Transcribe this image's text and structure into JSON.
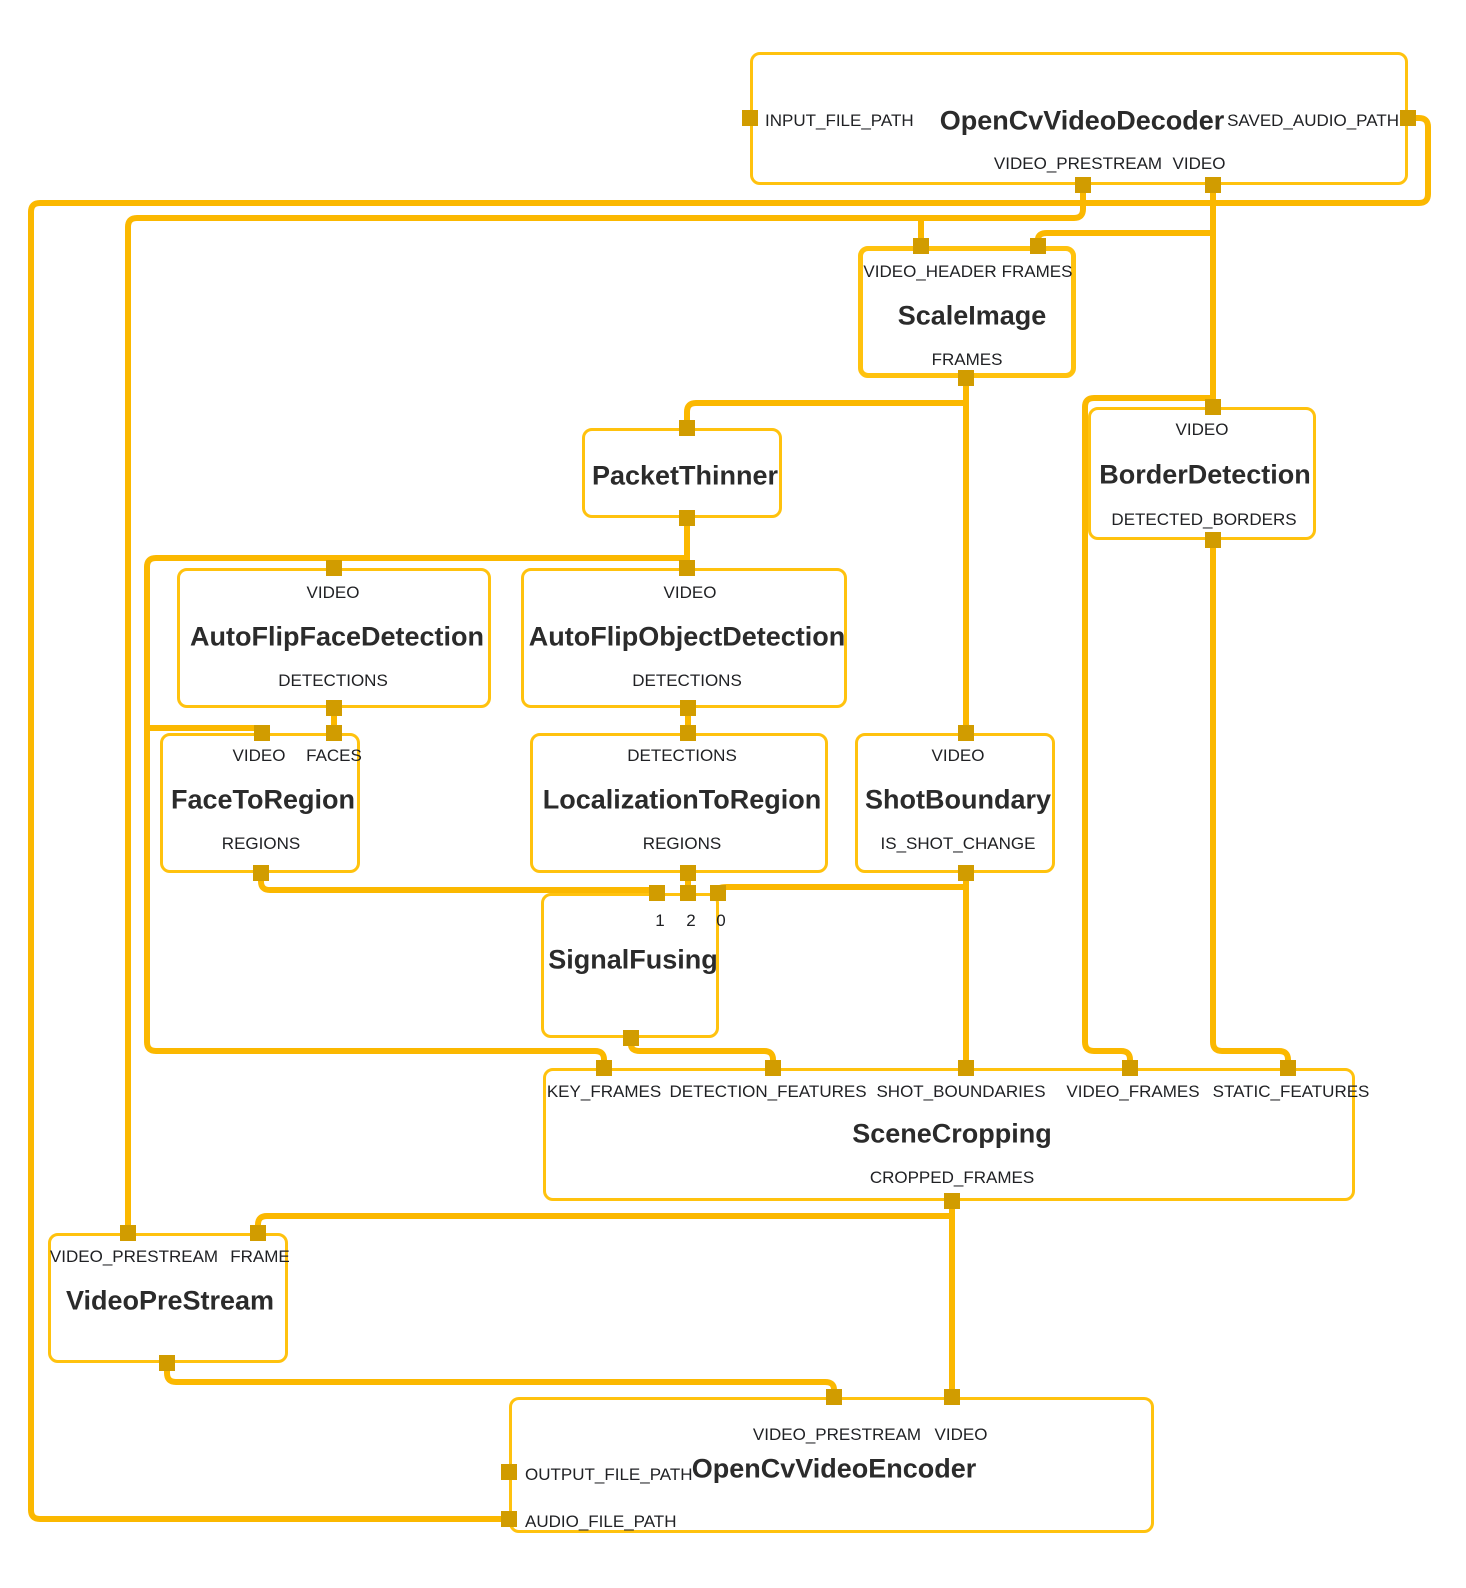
{
  "diagram": {
    "nodes": [
      {
        "id": "OpenCvVideoDecoder",
        "title": "OpenCvVideoDecoder",
        "ports": {
          "left": [
            "INPUT_FILE_PATH"
          ],
          "right": [
            "SAVED_AUDIO_PATH"
          ],
          "top": [],
          "bottom": [
            "VIDEO_PRESTREAM",
            "VIDEO"
          ]
        }
      },
      {
        "id": "ScaleImage",
        "title": "ScaleImage",
        "ports": {
          "left": [],
          "right": [],
          "top": [
            "VIDEO_HEADER",
            "FRAMES"
          ],
          "bottom": [
            "FRAMES"
          ]
        }
      },
      {
        "id": "PacketThinner",
        "title": "PacketThinner",
        "ports": {
          "left": [],
          "right": [],
          "top": [],
          "bottom": []
        }
      },
      {
        "id": "BorderDetection",
        "title": "BorderDetection",
        "ports": {
          "left": [],
          "right": [],
          "top": [
            "VIDEO"
          ],
          "bottom": [
            "DETECTED_BORDERS"
          ]
        }
      },
      {
        "id": "AutoFlipFaceDetection",
        "title": "AutoFlipFaceDetection",
        "ports": {
          "left": [],
          "right": [],
          "top": [
            "VIDEO"
          ],
          "bottom": [
            "DETECTIONS"
          ]
        }
      },
      {
        "id": "AutoFlipObjectDetection",
        "title": "AutoFlipObjectDetection",
        "ports": {
          "left": [],
          "right": [],
          "top": [
            "VIDEO"
          ],
          "bottom": [
            "DETECTIONS"
          ]
        }
      },
      {
        "id": "FaceToRegion",
        "title": "FaceToRegion",
        "ports": {
          "left": [],
          "right": [],
          "top": [
            "VIDEO",
            "FACES"
          ],
          "bottom": [
            "REGIONS"
          ]
        }
      },
      {
        "id": "LocalizationToRegion",
        "title": "LocalizationToRegion",
        "ports": {
          "left": [],
          "right": [],
          "top": [
            "DETECTIONS"
          ],
          "bottom": [
            "REGIONS"
          ]
        }
      },
      {
        "id": "ShotBoundary",
        "title": "ShotBoundary",
        "ports": {
          "left": [],
          "right": [],
          "top": [
            "VIDEO"
          ],
          "bottom": [
            "IS_SHOT_CHANGE"
          ]
        }
      },
      {
        "id": "SignalFusing",
        "title": "SignalFusing",
        "ports": {
          "left": [],
          "right": [],
          "top": [
            "1",
            "2",
            "0"
          ],
          "bottom": []
        }
      },
      {
        "id": "SceneCropping",
        "title": "SceneCropping",
        "ports": {
          "left": [],
          "right": [],
          "top": [
            "KEY_FRAMES",
            "DETECTION_FEATURES",
            "SHOT_BOUNDARIES",
            "VIDEO_FRAMES",
            "STATIC_FEATURES"
          ],
          "bottom": [
            "CROPPED_FRAMES"
          ]
        }
      },
      {
        "id": "VideoPreStream",
        "title": "VideoPreStream",
        "ports": {
          "left": [],
          "right": [],
          "top": [
            "VIDEO_PRESTREAM",
            "FRAME"
          ],
          "bottom": []
        }
      },
      {
        "id": "OpenCvVideoEncoder",
        "title": "OpenCvVideoEncoder",
        "ports": {
          "left": [
            "OUTPUT_FILE_PATH",
            "AUDIO_FILE_PATH"
          ],
          "right": [],
          "top": [
            "VIDEO_PRESTREAM",
            "VIDEO"
          ],
          "bottom": []
        }
      }
    ],
    "edges": [
      {
        "from": "OpenCvVideoDecoder:SAVED_AUDIO_PATH",
        "to": "OpenCvVideoEncoder:AUDIO_FILE_PATH"
      },
      {
        "from": "OpenCvVideoDecoder:VIDEO_PRESTREAM",
        "to": "ScaleImage:VIDEO_HEADER"
      },
      {
        "from": "OpenCvVideoDecoder:VIDEO_PRESTREAM",
        "to": "VideoPreStream:VIDEO_PRESTREAM"
      },
      {
        "from": "OpenCvVideoDecoder:VIDEO",
        "to": "ScaleImage:FRAMES"
      },
      {
        "from": "OpenCvVideoDecoder:VIDEO",
        "to": "BorderDetection:VIDEO"
      },
      {
        "from": "OpenCvVideoDecoder:VIDEO",
        "to": "SceneCropping:VIDEO_FRAMES"
      },
      {
        "from": "ScaleImage:FRAMES",
        "to": "PacketThinner"
      },
      {
        "from": "ScaleImage:FRAMES",
        "to": "ShotBoundary:VIDEO"
      },
      {
        "from": "PacketThinner",
        "to": "AutoFlipFaceDetection:VIDEO"
      },
      {
        "from": "PacketThinner",
        "to": "AutoFlipObjectDetection:VIDEO"
      },
      {
        "from": "PacketThinner",
        "to": "FaceToRegion:VIDEO"
      },
      {
        "from": "PacketThinner",
        "to": "SceneCropping:KEY_FRAMES"
      },
      {
        "from": "AutoFlipFaceDetection:DETECTIONS",
        "to": "FaceToRegion:FACES"
      },
      {
        "from": "AutoFlipObjectDetection:DETECTIONS",
        "to": "LocalizationToRegion:DETECTIONS"
      },
      {
        "from": "FaceToRegion:REGIONS",
        "to": "SignalFusing:1"
      },
      {
        "from": "LocalizationToRegion:REGIONS",
        "to": "SignalFusing:2"
      },
      {
        "from": "ShotBoundary:IS_SHOT_CHANGE",
        "to": "SignalFusing:0"
      },
      {
        "from": "ShotBoundary:IS_SHOT_CHANGE",
        "to": "SceneCropping:SHOT_BOUNDARIES"
      },
      {
        "from": "SignalFusing",
        "to": "SceneCropping:DETECTION_FEATURES"
      },
      {
        "from": "BorderDetection:DETECTED_BORDERS",
        "to": "SceneCropping:STATIC_FEATURES"
      },
      {
        "from": "SceneCropping:CROPPED_FRAMES",
        "to": "VideoPreStream:FRAME"
      },
      {
        "from": "SceneCropping:CROPPED_FRAMES",
        "to": "OpenCvVideoEncoder:VIDEO"
      },
      {
        "from": "VideoPreStream",
        "to": "OpenCvVideoEncoder:VIDEO_PRESTREAM"
      }
    ]
  },
  "colors": {
    "canvas_background": "#FFFFFF",
    "wire": "#FBB800",
    "node_border": "#FFC20E",
    "port": "#D19C00",
    "title_text": "#2B2B2B",
    "label_text": "#202124"
  }
}
